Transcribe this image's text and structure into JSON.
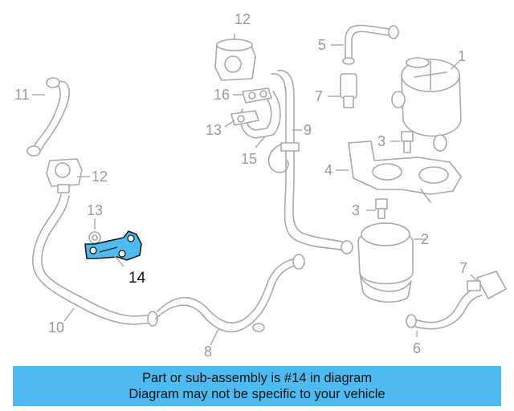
{
  "diagram": {
    "callouts": {
      "c1": "1",
      "c2": "2",
      "c3a": "3",
      "c3b": "3",
      "c4": "4",
      "c5": "5",
      "c6": "6",
      "c7a": "7",
      "c7b": "7",
      "c8": "8",
      "c9": "9",
      "c10": "10",
      "c11": "11",
      "c12a": "12",
      "c12b": "12",
      "c13a": "13",
      "c13b": "13",
      "c14": "14",
      "c15": "15",
      "c16": "16"
    },
    "highlight_color": "#4dbbef",
    "highlighted_part": "14"
  },
  "banner": {
    "line1": "Part or sub-assembly is #14 in diagram",
    "line2": "Diagram may not be specific to your vehicle",
    "color": "#4dbbef"
  }
}
